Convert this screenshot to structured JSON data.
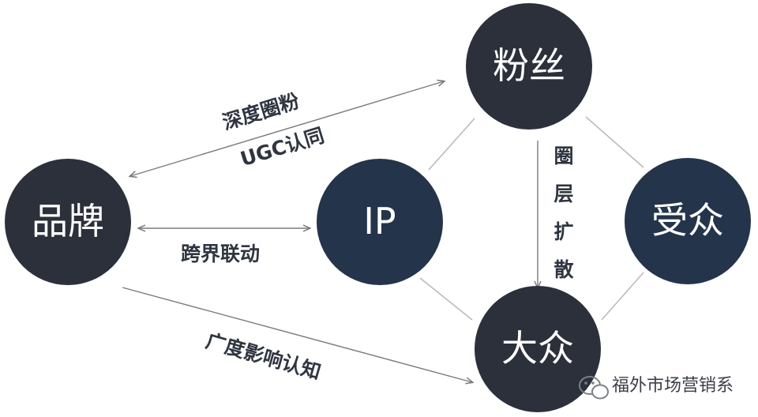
{
  "nodes": {
    "fans": "粉丝",
    "brand": "品牌",
    "ip": "IP",
    "audience": "受众",
    "public": "大众"
  },
  "edge_labels": {
    "deep_fans_line1": "深度圈粉",
    "deep_fans_line2": "UGC认同",
    "crossover": "跨界联动",
    "breadth": "广度影响认知",
    "circle_expand": [
      "圈",
      "层",
      "扩",
      "散"
    ]
  },
  "watermark": {
    "text": "福外市场营销系"
  },
  "colors": {
    "node_dark": "#2c303a",
    "node_navy": "#24344a",
    "edge_line": "#b8b8b8",
    "arrow_line": "#7a7a7a",
    "label_text": "#2f3540"
  }
}
